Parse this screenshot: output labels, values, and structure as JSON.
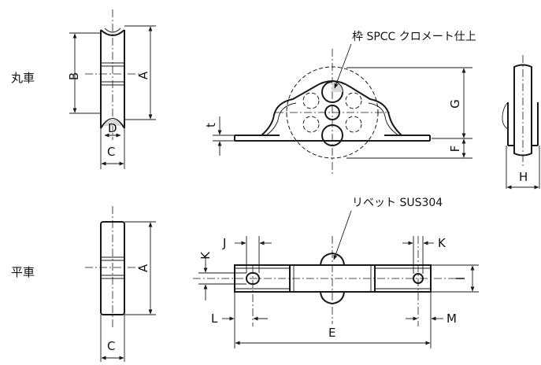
{
  "titles": {
    "round_wheel": "丸車",
    "flat_wheel": "平車"
  },
  "notes": {
    "frame_material": "枠 SPCC クロメート仕上",
    "rivet_material": "リベット SUS304"
  },
  "dimensions": {
    "A": "A",
    "B": "B",
    "C": "C",
    "D": "D",
    "E": "E",
    "F": "F",
    "G": "G",
    "H": "H",
    "I": "I",
    "J": "J",
    "K": "K",
    "L": "L",
    "M": "M",
    "t": "t"
  }
}
